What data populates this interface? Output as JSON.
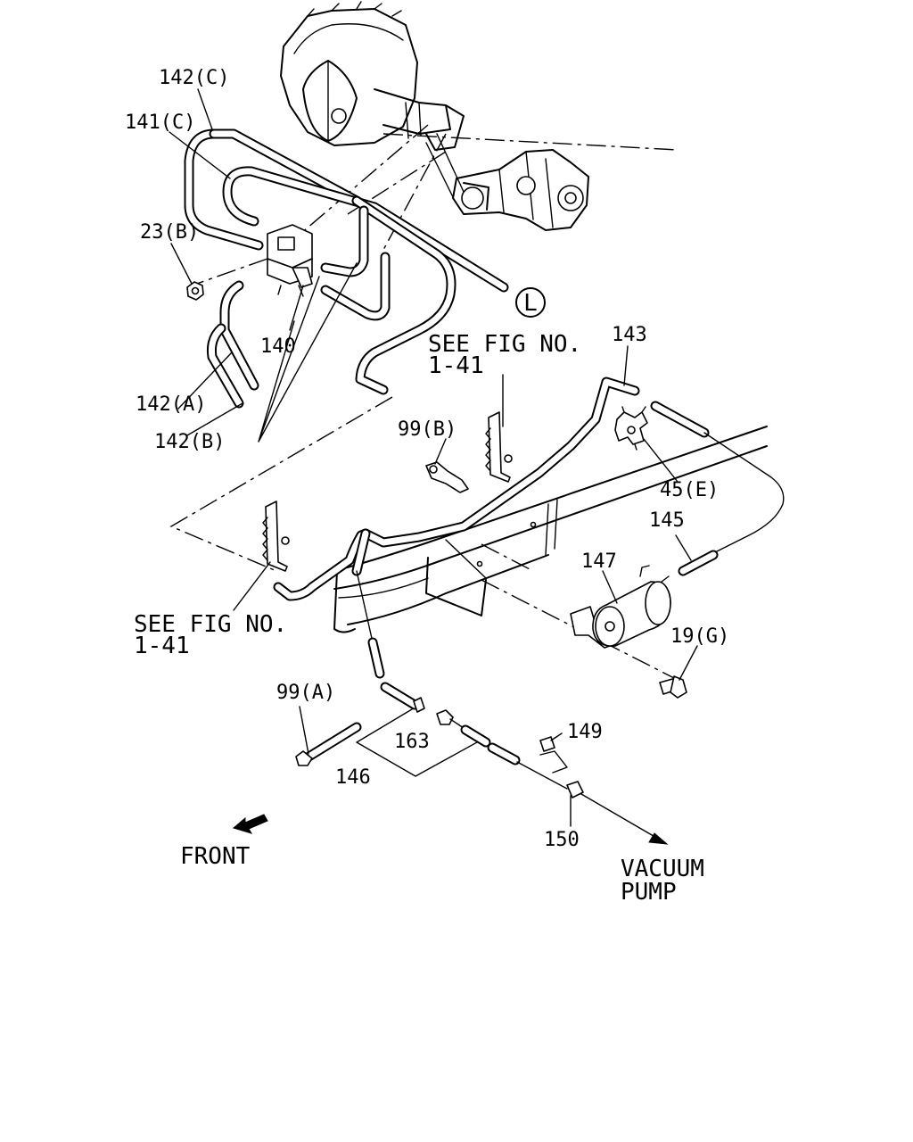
{
  "labels": {
    "p142c": "142(C)",
    "p141c": "141(C)",
    "p23b": "23(B)",
    "p140": "140",
    "p142a": "142(A)",
    "p142b": "142(B)",
    "p143": "143",
    "p99b": "99(B)",
    "p45e": "45(E)",
    "p145": "145",
    "p147": "147",
    "p19g": "19(G)",
    "p99a": "99(A)",
    "p163": "163",
    "p146": "146",
    "p149": "149",
    "p150": "150",
    "ref_l": "L"
  },
  "see_fig_top": {
    "line1": "SEE FIG NO.",
    "line2": "1-41"
  },
  "see_fig_left": {
    "line1": "SEE FIG NO.",
    "line2": "1-41"
  },
  "front_label": "FRONT",
  "vacuum_pump": {
    "line1": "VACUUM",
    "line2": "PUMP"
  }
}
